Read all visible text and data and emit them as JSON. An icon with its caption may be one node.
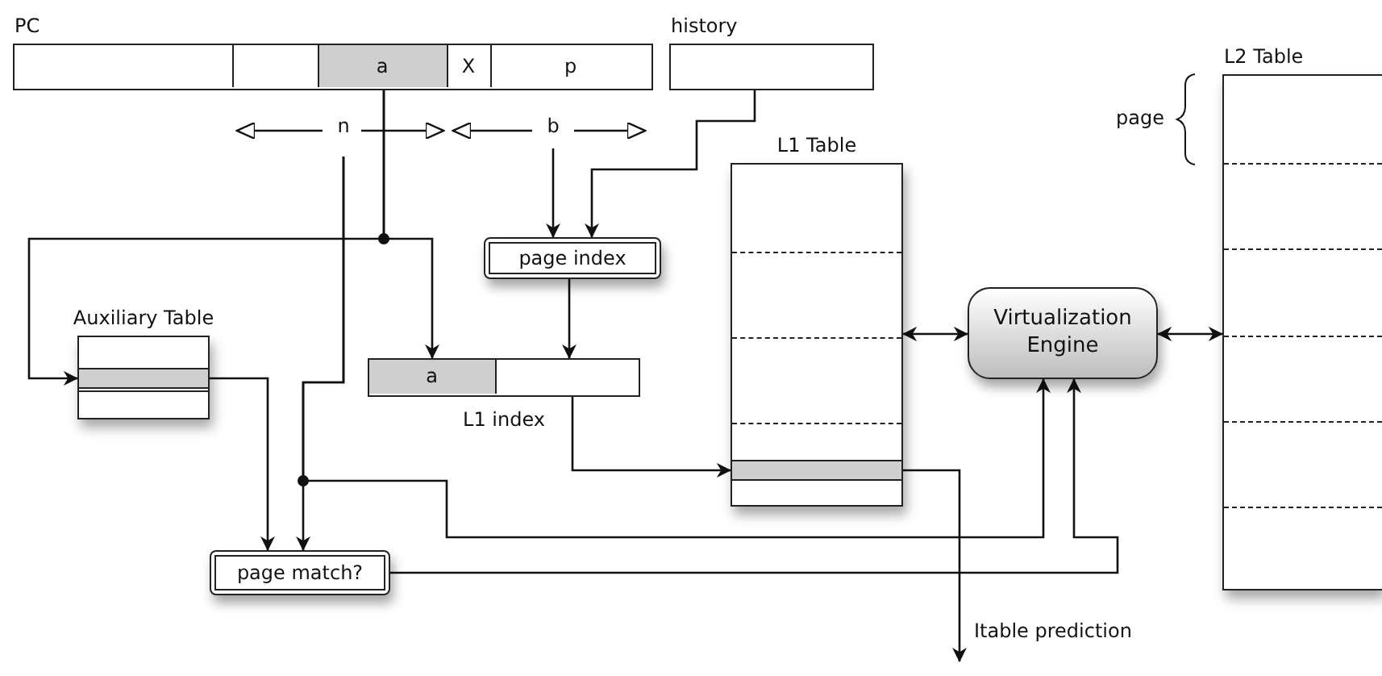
{
  "diagram": {
    "nodes": [
      {
        "text": [
          "PC"
        ]
      },
      {
        "text": [],
        "shape": "box",
        "in": 0
      },
      {
        "text": [],
        "shape": "box",
        "in": 0
      },
      {
        "text": [
          "a"
        ],
        "in": 0
      },
      {
        "text": [
          "X"
        ],
        "in": 0
      },
      {
        "text": [
          "p"
        ],
        "in": 0
      },
      {
        "text": [
          "history"
        ]
      },
      {
        "text": [
          "n"
        ]
      },
      {
        "text": [
          "b"
        ]
      },
      {
        "text": [
          "page index"
        ]
      },
      {
        "text": [
          "Auxiliary Table"
        ]
      },
      {
        "text": [],
        "shape": "bar",
        "in": 10
      },
      {
        "text": [
          "L1 index"
        ]
      },
      {
        "text": [
          "a"
        ],
        "in": 12
      },
      {
        "text": [
          "L1 Table"
        ]
      },
      {
        "text": [],
        "shape": "bar",
        "in": 14
      },
      {
        "text": [
          "Virtualization Engine"
        ]
      },
      {
        "text": [
          "L2 Table"
        ]
      },
      {
        "text": [
          "page match?"
        ]
      }
    ],
    "edges": [
      {
        "from": 3,
        "to": 11,
        "arrow": "to"
      },
      {
        "from": 3,
        "to": 13,
        "arrow": "to"
      },
      {
        "from": 7,
        "to": 18,
        "arrow": "to"
      },
      {
        "from": 7,
        "to": 16,
        "arrow": "to"
      },
      {
        "from": 8,
        "to": 9,
        "arrow": "to"
      },
      {
        "from": 6,
        "to": 9,
        "arrow": "to"
      },
      {
        "from": 9,
        "to": 12,
        "arrow": "to"
      },
      {
        "from": 12,
        "to": 15,
        "arrow": "to"
      },
      {
        "from": 11,
        "to": 18,
        "arrow": "to"
      },
      {
        "from": 18,
        "to": 16,
        "arrow": "to"
      },
      {
        "from": 15,
        "to": null,
        "arrow": "to",
        "label": "Itable prediction"
      },
      {
        "from": 14,
        "to": 16,
        "arrow": "both"
      },
      {
        "from": 16,
        "to": 17,
        "arrow": "both"
      }
    ],
    "labels": [
      "page"
    ]
  }
}
